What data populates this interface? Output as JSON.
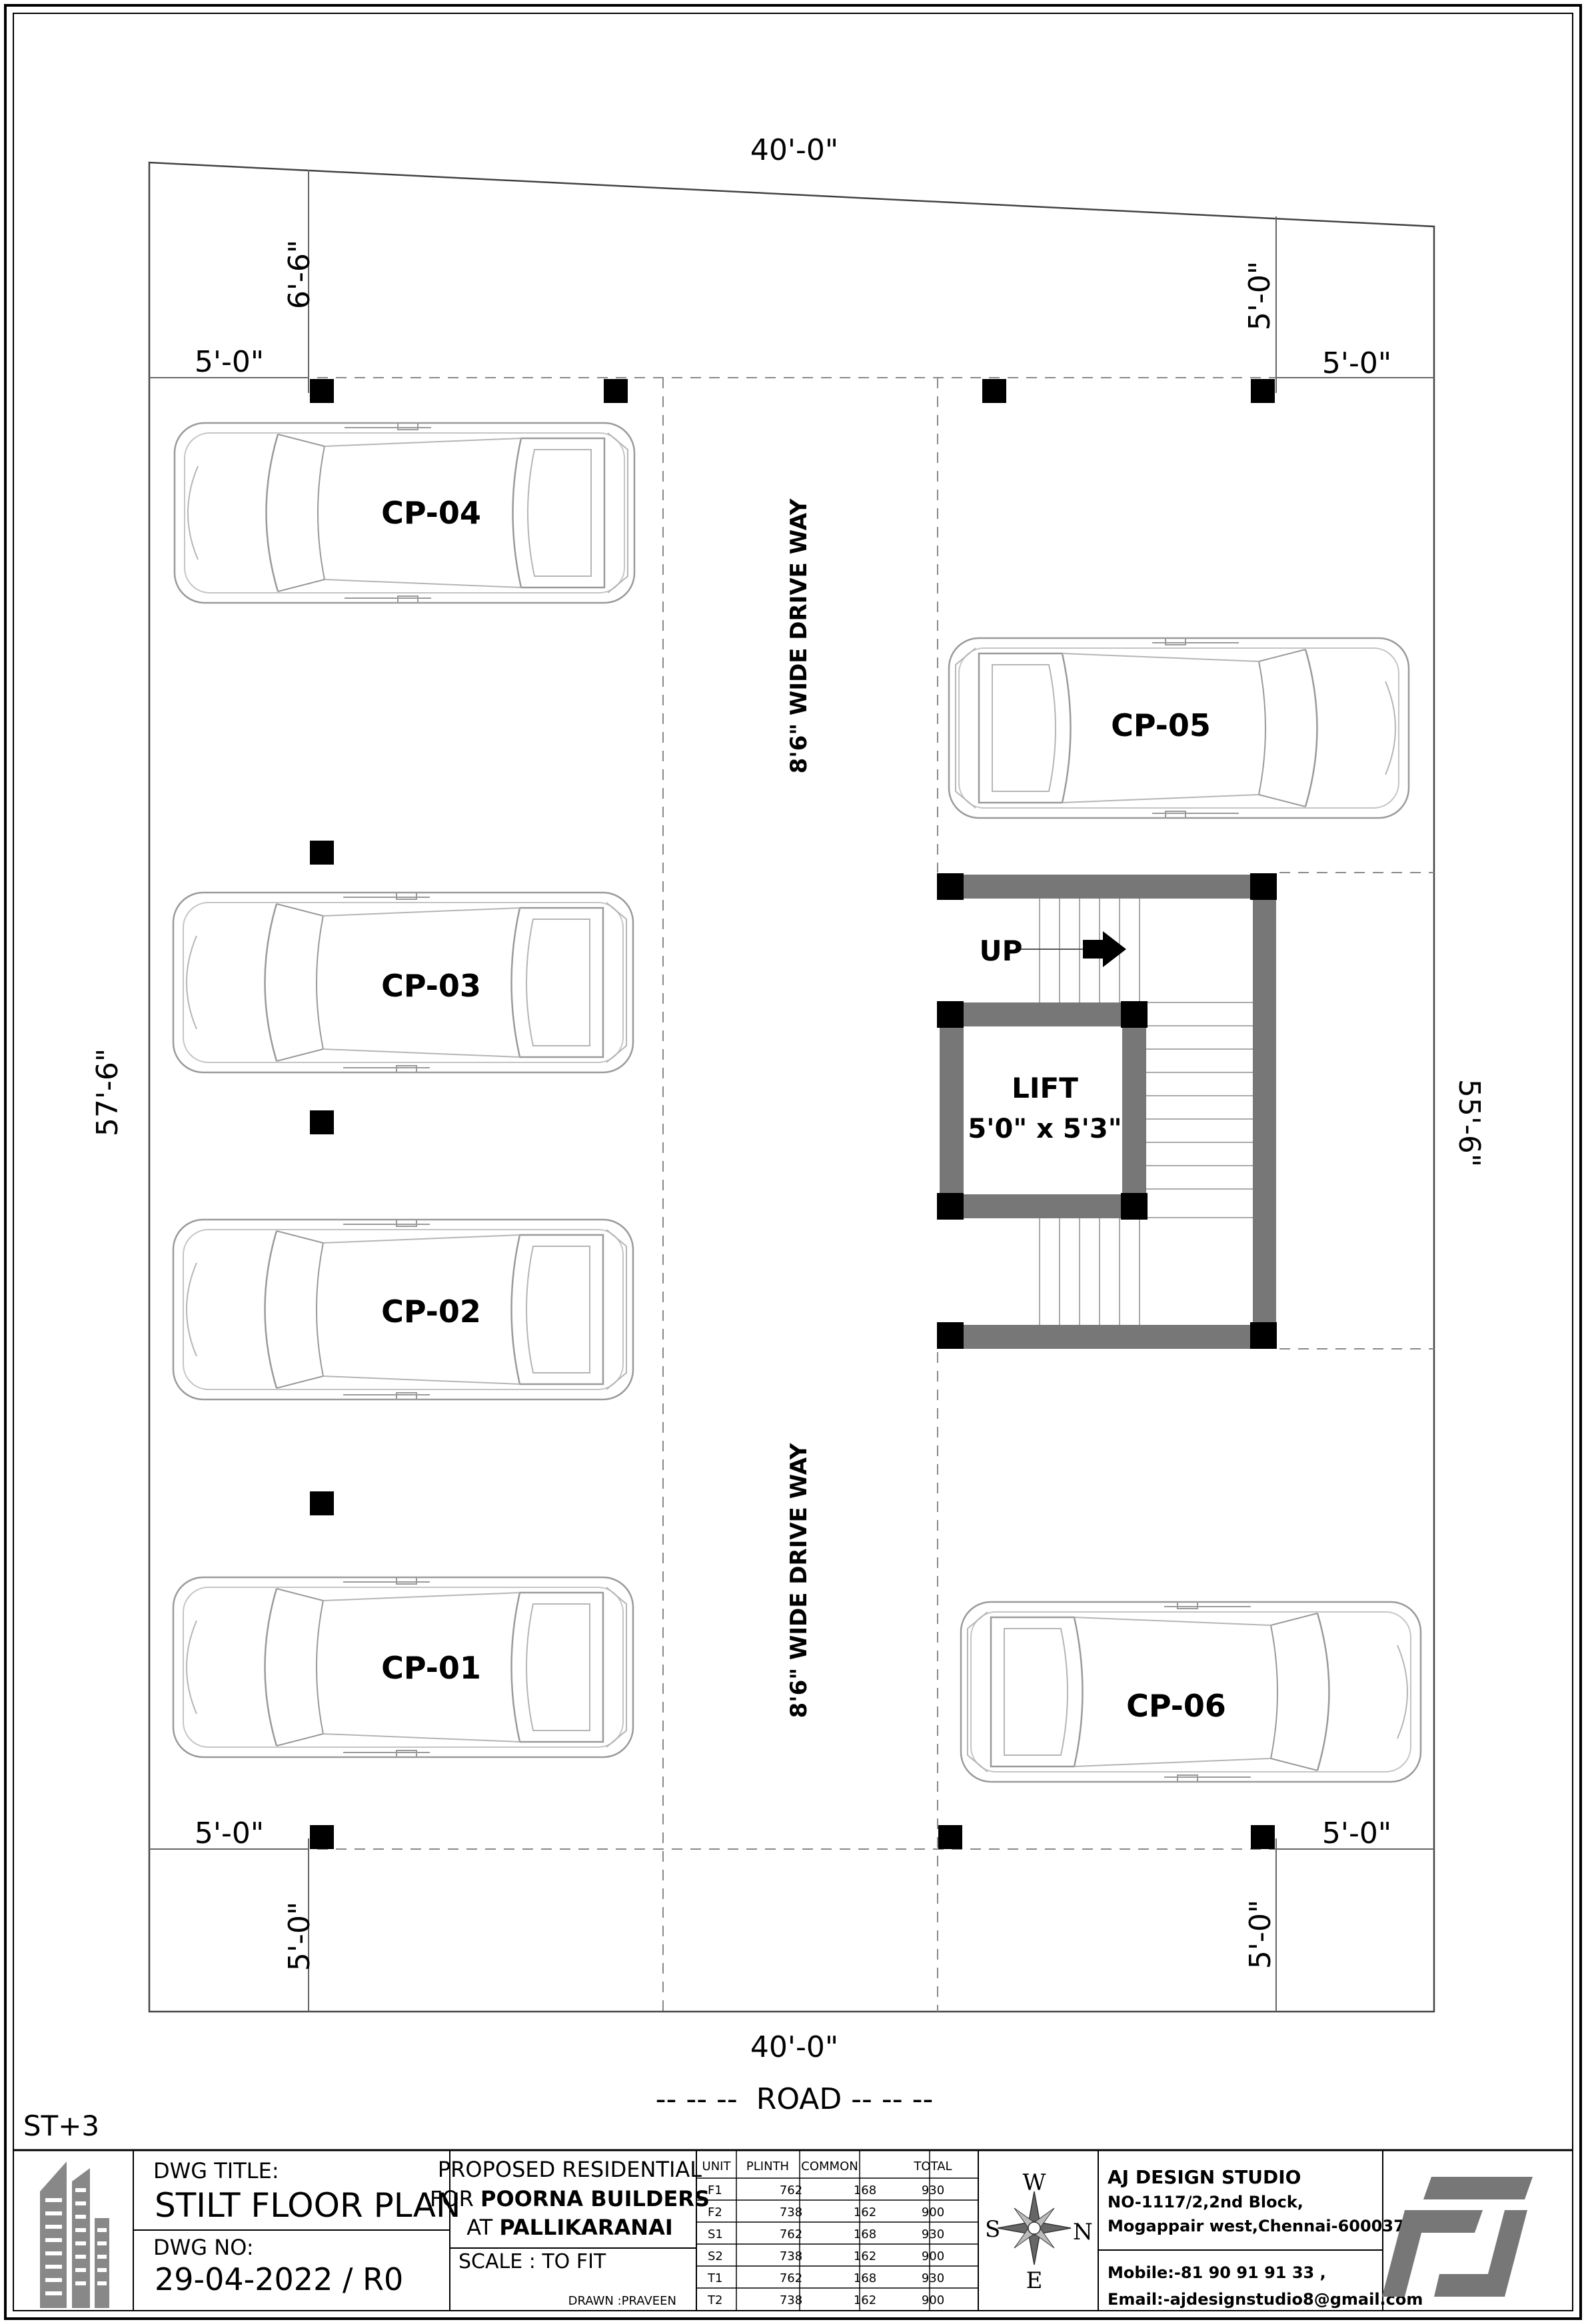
{
  "plan": {
    "dims": {
      "top_width": "40'-0\"",
      "bottom_width": "40'-0\"",
      "top_left_setback": "6'-6\"",
      "top_right_setback": "5'-0\"",
      "left_top": "5'-0\"",
      "right_top": "5'-0\"",
      "left_bottom": "5'-0\"",
      "right_bottom": "5'-0\"",
      "bottom_left_setback": "5'-0\"",
      "bottom_right_setback": "5'-0\"",
      "left_depth": "57'-6\"",
      "right_depth": "55'-6\""
    },
    "parking": [
      {
        "id": "cp04",
        "label": "CP-04"
      },
      {
        "id": "cp03",
        "label": "CP-03"
      },
      {
        "id": "cp02",
        "label": "CP-02"
      },
      {
        "id": "cp01",
        "label": "CP-01"
      },
      {
        "id": "cp05",
        "label": "CP-05"
      },
      {
        "id": "cp06",
        "label": "CP-06"
      }
    ],
    "driveway_top": "8'6\" WIDE DRIVE WAY",
    "driveway_bottom": "8'6\" WIDE DRIVE WAY",
    "stair_up": "UP",
    "lift_label": "LIFT",
    "lift_size": "5'0\" x 5'3\"",
    "road": "-- -- --  ROAD -- -- --",
    "floors": "ST+3"
  },
  "title_block": {
    "dwg_title_label": "DWG TITLE:",
    "dwg_title": "STILT FLOOR PLAN",
    "dwg_no_label": "DWG NO:",
    "dwg_no": "29-04-2022 / R0",
    "project_line1": "PROPOSED RESIDENTIAL",
    "project_line2_prefix": "FOR",
    "project_line2_bold": "POORNA BUILDERS",
    "project_line3_prefix": "AT",
    "project_line3_bold": "PALLIKARANAI",
    "scale": "SCALE :  TO FIT",
    "drawn": "DRAWN :PRAVEEN",
    "area_table": {
      "headers": [
        "UNIT",
        "PLINTH",
        "COMMON",
        "TOTAL"
      ],
      "rows": [
        [
          "F1",
          "762",
          "168",
          "930"
        ],
        [
          "F2",
          "738",
          "162",
          "900"
        ],
        [
          "S1",
          "762",
          "168",
          "930"
        ],
        [
          "S2",
          "738",
          "162",
          "900"
        ],
        [
          "T1",
          "762",
          "168",
          "930"
        ],
        [
          "T2",
          "738",
          "162",
          "900"
        ]
      ]
    },
    "compass": {
      "n": "N",
      "s": "S",
      "e": "E",
      "w": "W"
    },
    "studio": {
      "name": "AJ DESIGN STUDIO",
      "addr1": "NO-1117/2,2nd Block,",
      "addr2": "Mogappair west,Chennai-600037.",
      "mobile": "Mobile:-81 90 91 91 33 ,",
      "email": "Email:-ajdesignstudio8@gmail.com"
    }
  }
}
